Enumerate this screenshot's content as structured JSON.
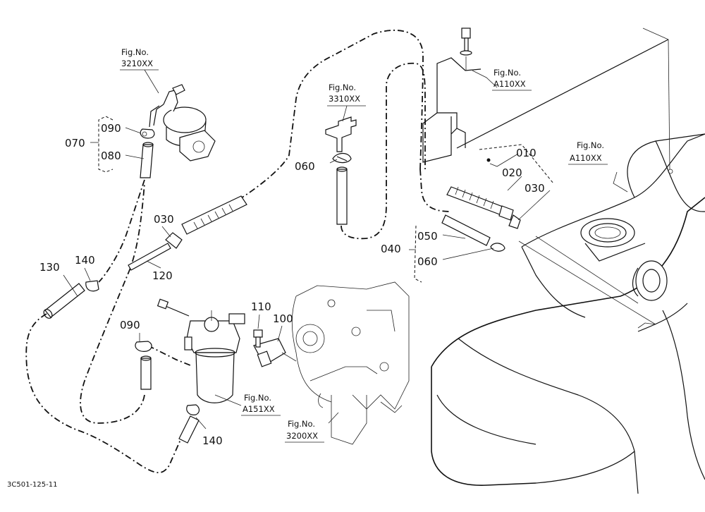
{
  "fig_refs": {
    "pump": {
      "line1": "Fig.No.",
      "line2": "3210XX"
    },
    "tee": {
      "line1": "Fig.No.",
      "line2": "3310XX"
    },
    "bracket": {
      "line1": "Fig.No.",
      "line2": "A110XX"
    },
    "tank": {
      "line1": "Fig.No.",
      "line2": "A110XX"
    },
    "filter": {
      "line1": "Fig.No.",
      "line2": "A151XX"
    },
    "engine": {
      "line1": "Fig.No.",
      "line2": "3200XX"
    }
  },
  "callouts": {
    "c070": "070",
    "c090_top": "090",
    "c080": "080",
    "c060_left": "060",
    "c030_left": "030",
    "c120": "120",
    "c130": "130",
    "c140_left": "140",
    "c110": "110",
    "c100": "100",
    "c090_bottom": "090",
    "c140_bottom": "140",
    "c010": "010",
    "c020": "020",
    "c030_right": "030",
    "c040": "040",
    "c050": "050",
    "c060_right": "060"
  },
  "drawing_code": "3C501-125-11"
}
